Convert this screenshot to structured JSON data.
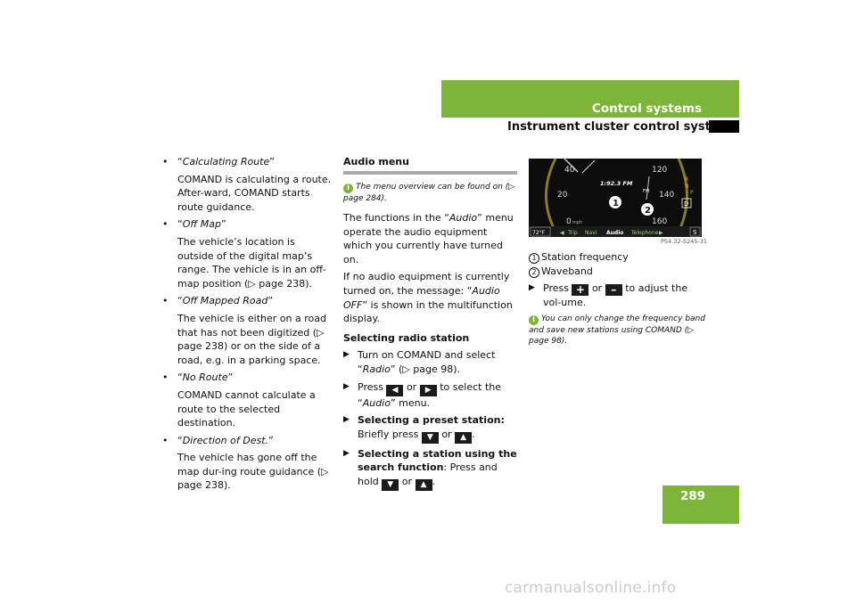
{
  "header": {
    "section": "Control systems",
    "subsection": "Instrument cluster control system",
    "page": "289"
  },
  "col1": {
    "items": [
      {
        "term": "Calculating Route",
        "desc": "COMAND is calculating a route. After-ward, COMAND starts route guidance."
      },
      {
        "term": "Off Map",
        "desc": "The vehicle’s location is outside of the digital map’s range. The vehicle is in an off-map position (▷ page 238)."
      },
      {
        "term": "Off Mapped Road",
        "desc": "The vehicle is either on a road that has not been digitized (▷ page 238) or on the side of a road, e.g. in a parking space."
      },
      {
        "term": "No Route",
        "desc": "COMAND cannot calculate a route to the selected destination."
      },
      {
        "term": "Direction of Dest.",
        "desc": "The vehicle has gone off the map dur-ing route guidance (▷ page 238)."
      }
    ]
  },
  "col2": {
    "heading": "Audio menu",
    "info": "The menu overview can be found on (▷ page 284).",
    "p1_pre": "The functions in the “",
    "p1_it": "Audio",
    "p1_post": "” menu operate the audio equipment which you currently have turned on.",
    "p2_pre": "If no audio equipment is currently turned on, the message: “",
    "p2_it": "Audio OFF",
    "p2_post": "” is shown in the multifunction display.",
    "subhead": "Selecting radio station",
    "s1_pre": "Turn on COMAND and select “",
    "s1_it": "Radio",
    "s1_post": "” (▷ page 98).",
    "s2_pre": "Press",
    "s2_or": "or",
    "s2_post": "to select the “",
    "s2_it": "Audio",
    "s2_end": "” menu.",
    "s3_b": "Selecting a preset station:",
    "s3_rest": " Briefly press",
    "s3_or": "or",
    "s3_end": ".",
    "s4_b": "Selecting a station using the search function",
    "s4_rest": ": Press and hold",
    "s4_or": "or",
    "s4_end": "."
  },
  "col3": {
    "legend1": "Station frequency",
    "legend2": "Waveband",
    "step_pre": "Press",
    "step_or": "or",
    "step_post": "to adjust the vol-ume.",
    "info": "You can only change the frequency band and save new stations using COMAND (▷ page 98)."
  },
  "cluster": {
    "freq": "1:92.3 FM",
    "band": "FM",
    "speed_ticks": [
      "40",
      "20",
      "0",
      "120",
      "140",
      "160"
    ],
    "speed_unit": "mph",
    "temp": "72°F",
    "menu": [
      "Trip",
      "Navi",
      "Audio",
      "Telephone"
    ],
    "gears": [
      "R",
      "N",
      "P",
      "D"
    ],
    "mode": "S",
    "caption": "P54.32-5245-31"
  },
  "footer": {
    "watermark": "carmanualsonline.info"
  },
  "colors": {
    "accent": "#7db53a"
  }
}
